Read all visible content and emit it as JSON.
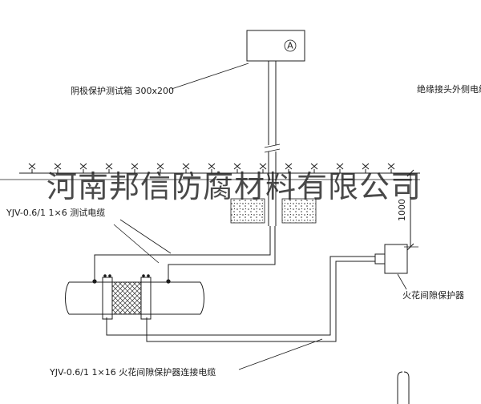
{
  "watermark": "河南邦信防腐材料有限公司",
  "labels": {
    "test_box": "阴极保护测试箱 300x200",
    "outer_cable": "绝缘接头外侧电缆",
    "test_cable": "YJV-0.6/1 1×6  测试电缆",
    "spark_gap_protector": "火花间隙保护器",
    "connection_cable": "YJV-0.6/1 1×16  火花间隙保护器连接电缆",
    "dimension_depth": "1000",
    "meter": "A"
  },
  "colors": {
    "line": "#1c1c1c",
    "background": "#ffffff",
    "watermark": "#222222"
  }
}
